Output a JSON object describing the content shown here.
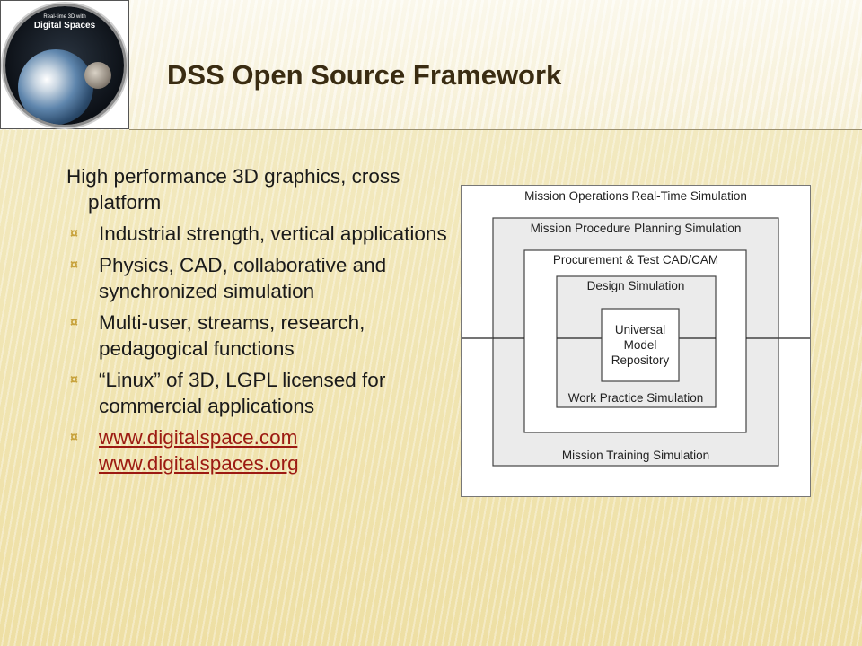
{
  "logo": {
    "sub": "Real-time 3D with",
    "main": "Digital Spaces"
  },
  "slide": {
    "title": "DSS Open Source Framework"
  },
  "content": {
    "lead": "High performance 3D graphics, cross platform",
    "bullets": [
      {
        "text": "Industrial strength, vertical applications"
      },
      {
        "text": "Physics, CAD, collaborative and synchronized simulation"
      },
      {
        "text": "Multi-user, streams, research, pedagogical functions"
      },
      {
        "text": "“Linux” of 3D, LGPL licensed for commercial applications"
      }
    ],
    "links": [
      "www.digitalspace.com",
      "www.digitalspaces.org"
    ],
    "bullet_icon": "x-mark-bullet-icon"
  },
  "diagram": {
    "outer": "Mission Operations Real-Time Simulation",
    "level2_top": "Mission Procedure Planning Simulation",
    "level2_bottom": "Mission Training Simulation",
    "level3": "Procurement & Test CAD/CAM",
    "level4_top": "Design Simulation",
    "level4_bottom": "Work Practice Simulation",
    "core": [
      "Universal",
      "Model",
      "Repository"
    ]
  },
  "colors": {
    "title": "#3a2c12",
    "link": "#9c1a12",
    "bullet": "#c7a23c",
    "diagram_fill": "#ebebeb"
  }
}
